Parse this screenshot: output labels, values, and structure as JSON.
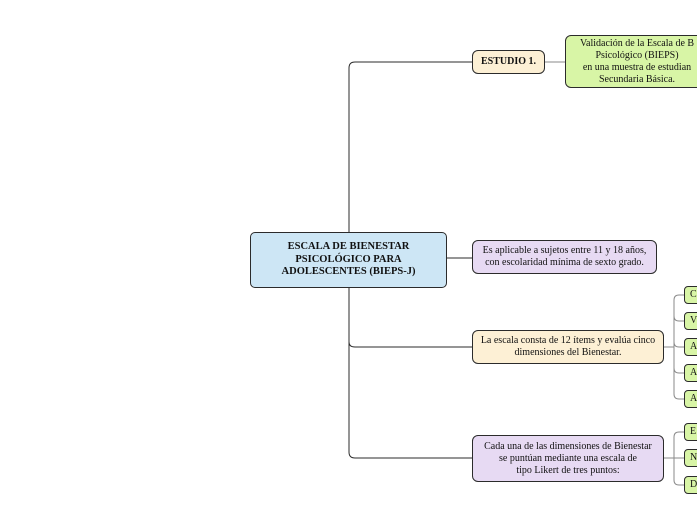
{
  "root": {
    "label": "ESCALA DE BIENESTAR\nPSICOLÓGICO PARA\nADOLESCENTES (BIEPS-J)"
  },
  "branches": {
    "study": {
      "label": "ESTUDIO 1."
    },
    "study_detail": {
      "label": "Validación de la Escala de B\nPsicológico (BIEPS)\nen una muestra de estudian\nSecundaria Básica."
    },
    "applicability": {
      "label": "Es aplicable a sujetos entre 11 y 18 años,\ncon escolaridad mínima de sexto grado."
    },
    "dimensions": {
      "label": "La escala consta de 12 ítems y evalúa cinco\ndimensiones del Bienestar."
    },
    "scoring": {
      "label": "Cada una de las dimensiones de Bienestar\nse puntúan mediante una escala de\ntipo Likert de tres puntos:"
    }
  },
  "dimension_leaves": [
    "C",
    "V",
    "A",
    "A",
    "A"
  ],
  "scoring_leaves": [
    "E",
    "N",
    "D"
  ],
  "colors": {
    "root": "#cde6f5",
    "study": "#fdf0d5",
    "green": "#d8f5a6",
    "purple": "#e7daf3",
    "cream": "#fdf0d5"
  }
}
